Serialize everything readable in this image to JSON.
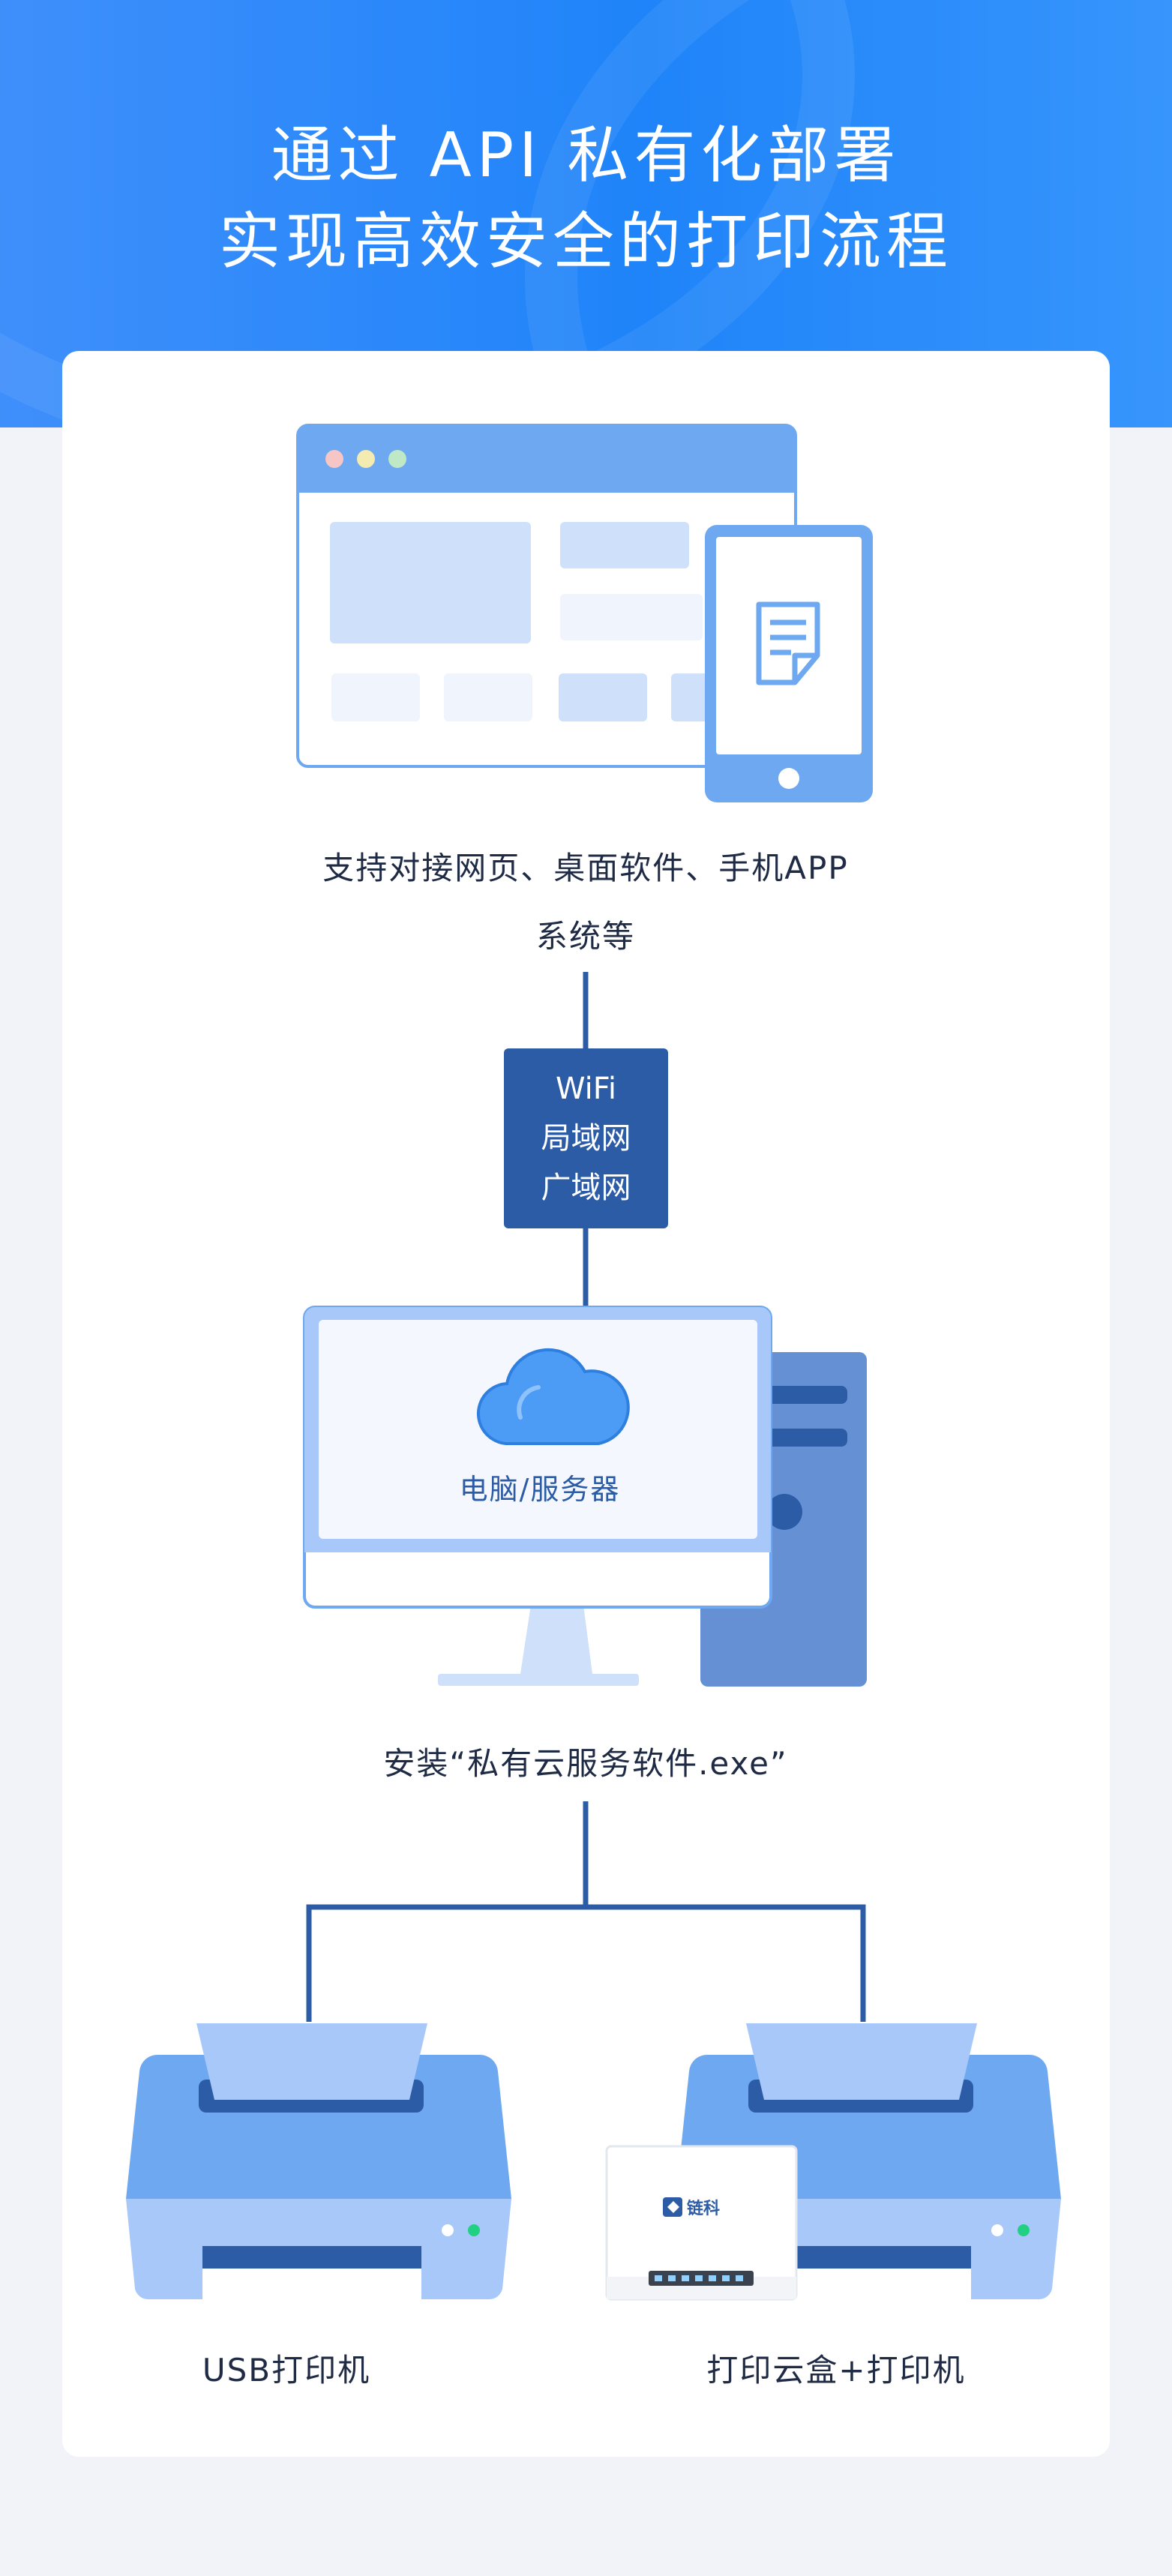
{
  "headline": {
    "line1": "通过 API 私有化部署",
    "line2": "实现高效安全的打印流程"
  },
  "client": {
    "caption_line1": "支持对接网页、桌面软件、手机APP",
    "caption_line2": "系统等",
    "icons": [
      "browser-window-icon",
      "mobile-phone-icon",
      "document-icon"
    ]
  },
  "network": {
    "lines": [
      "WiFi",
      "局域网",
      "广域网"
    ]
  },
  "server": {
    "screen_label": "电脑/服务器",
    "caption": "安装“私有云服务软件.exe”",
    "icons": [
      "desktop-monitor-icon",
      "cloud-icon",
      "tower-pc-icon"
    ]
  },
  "printers": [
    {
      "caption": "USB打印机",
      "icon": "printer-icon"
    },
    {
      "caption": "打印云盒+打印机",
      "icon": "printer-icon",
      "box_brand": "链科"
    }
  ],
  "colors": {
    "header_blue": "#1f84f9",
    "connector_blue": "#2d5ca6",
    "illustration_blue": "#6ea8f0",
    "light_blue": "#cfe0fb"
  }
}
